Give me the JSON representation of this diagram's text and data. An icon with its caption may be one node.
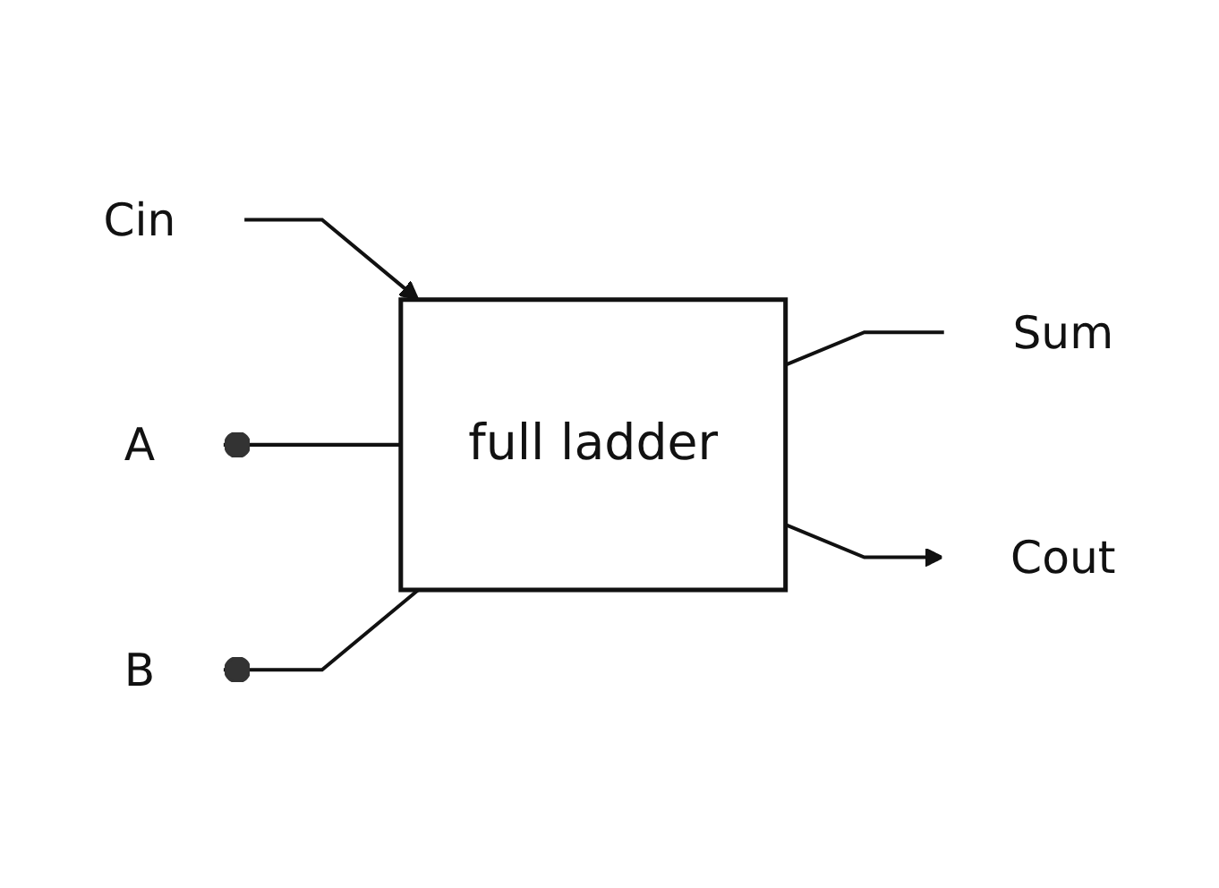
{
  "diagram": {
    "nodes": [
      {
        "text": [
          "Cin"
        ]
      },
      {
        "text": [
          "A"
        ]
      },
      {
        "text": [
          "B"
        ]
      },
      {
        "text": [
          "full ladder"
        ]
      },
      {
        "text": [
          "Sum"
        ]
      },
      {
        "text": [
          "Cout"
        ]
      }
    ],
    "edges": [
      {
        "from": 0,
        "to": 3,
        "arrow": "to"
      },
      {
        "from": 1,
        "to": 3,
        "arrow": "other"
      },
      {
        "from": 2,
        "to": 3,
        "arrow": "other"
      },
      {
        "from": 3,
        "to": 4,
        "arrow": "none"
      },
      {
        "from": 3,
        "to": 5,
        "arrow": "to"
      }
    ]
  }
}
